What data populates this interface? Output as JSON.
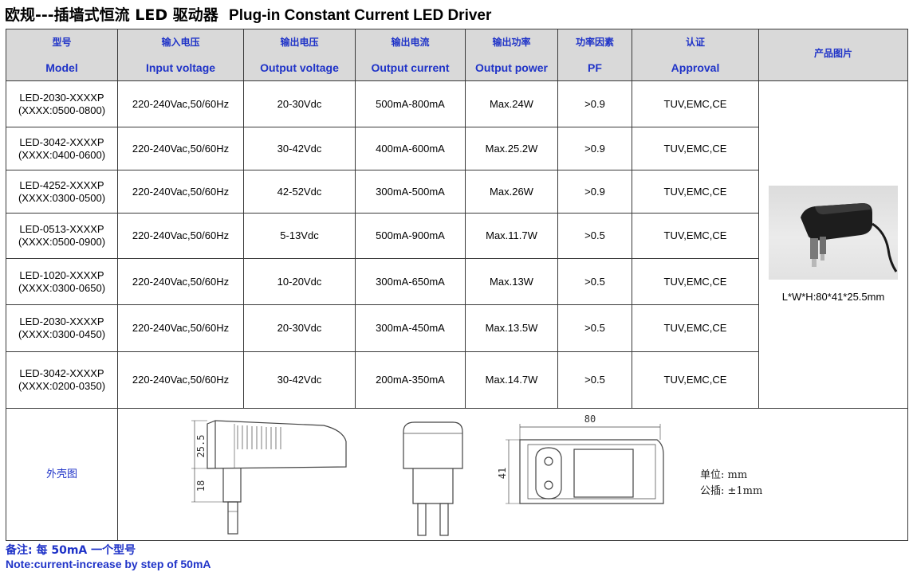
{
  "title": {
    "zh": "欧规---插墙式恒流 LED 驱动器",
    "en": "Plug-in Constant Current LED Driver"
  },
  "headers": [
    {
      "zh": "型号",
      "en": "Model"
    },
    {
      "zh": "输入电压",
      "en": "Input voltage"
    },
    {
      "zh": "输出电压",
      "en": "Output voltage"
    },
    {
      "zh": "输出电流",
      "en": "Output current"
    },
    {
      "zh": "输出功率",
      "en": "Output power"
    },
    {
      "zh": "功率因素",
      "en": "PF"
    },
    {
      "zh": "认证",
      "en": "Approval"
    },
    {
      "zh": "产品图片",
      "en": ""
    }
  ],
  "rows": [
    {
      "model": "LED-2030-XXXXP",
      "range": "(XXXX:0500-0800)",
      "input": "220-240Vac,50/60Hz",
      "vout": "20-30Vdc",
      "iout": "500mA-800mA",
      "power": "Max.24W",
      "pf": ">0.9",
      "approval": "TUV,EMC,CE"
    },
    {
      "model": "LED-3042-XXXXP",
      "range": "(XXXX:0400-0600)",
      "input": "220-240Vac,50/60Hz",
      "vout": "30-42Vdc",
      "iout": "400mA-600mA",
      "power": "Max.25.2W",
      "pf": ">0.9",
      "approval": "TUV,EMC,CE"
    },
    {
      "model": "LED-4252-XXXXP",
      "range": "(XXXX:0300-0500)",
      "input": "220-240Vac,50/60Hz",
      "vout": "42-52Vdc",
      "iout": "300mA-500mA",
      "power": "Max.26W",
      "pf": ">0.9",
      "approval": "TUV,EMC,CE"
    },
    {
      "model": "LED-0513-XXXXP",
      "range": "(XXXX:0500-0900)",
      "input": "220-240Vac,50/60Hz",
      "vout": "5-13Vdc",
      "iout": "500mA-900mA",
      "power": "Max.11.7W",
      "pf": ">0.5",
      "approval": "TUV,EMC,CE"
    },
    {
      "model": "LED-1020-XXXXP",
      "range": "(XXXX:0300-0650)",
      "input": "220-240Vac,50/60Hz",
      "vout": "10-20Vdc",
      "iout": "300mA-650mA",
      "power": "Max.13W",
      "pf": ">0.5",
      "approval": "TUV,EMC,CE"
    },
    {
      "model": "LED-2030-XXXXP",
      "range": "(XXXX:0300-0450)",
      "input": "220-240Vac,50/60Hz",
      "vout": "20-30Vdc",
      "iout": "300mA-450mA",
      "power": "Max.13.5W",
      "pf": ">0.5",
      "approval": "TUV,EMC,CE"
    },
    {
      "model": "LED-3042-XXXXP",
      "range": "(XXXX:0200-0350)",
      "input": "220-240Vac,50/60Hz",
      "vout": "30-42Vdc",
      "iout": "200mA-350mA",
      "power": "Max.14.7W",
      "pf": ">0.5",
      "approval": "TUV,EMC,CE"
    }
  ],
  "product": {
    "dims": "L*W*H:80*41*25.5mm"
  },
  "shell": {
    "label": "外壳图",
    "dim_height": "25.5",
    "dim_pin": "18",
    "dim_length": "80",
    "dim_width": "41",
    "unit_label": "单位: mm",
    "tolerance_label": "公插: ±1mm"
  },
  "notes": {
    "zh": "备注: 每 50mA 一个型号",
    "en": "Note:current-increase by step of 50mA"
  },
  "colors": {
    "header_text": "#1f33c8",
    "header_bg": "#d9d9d9"
  }
}
